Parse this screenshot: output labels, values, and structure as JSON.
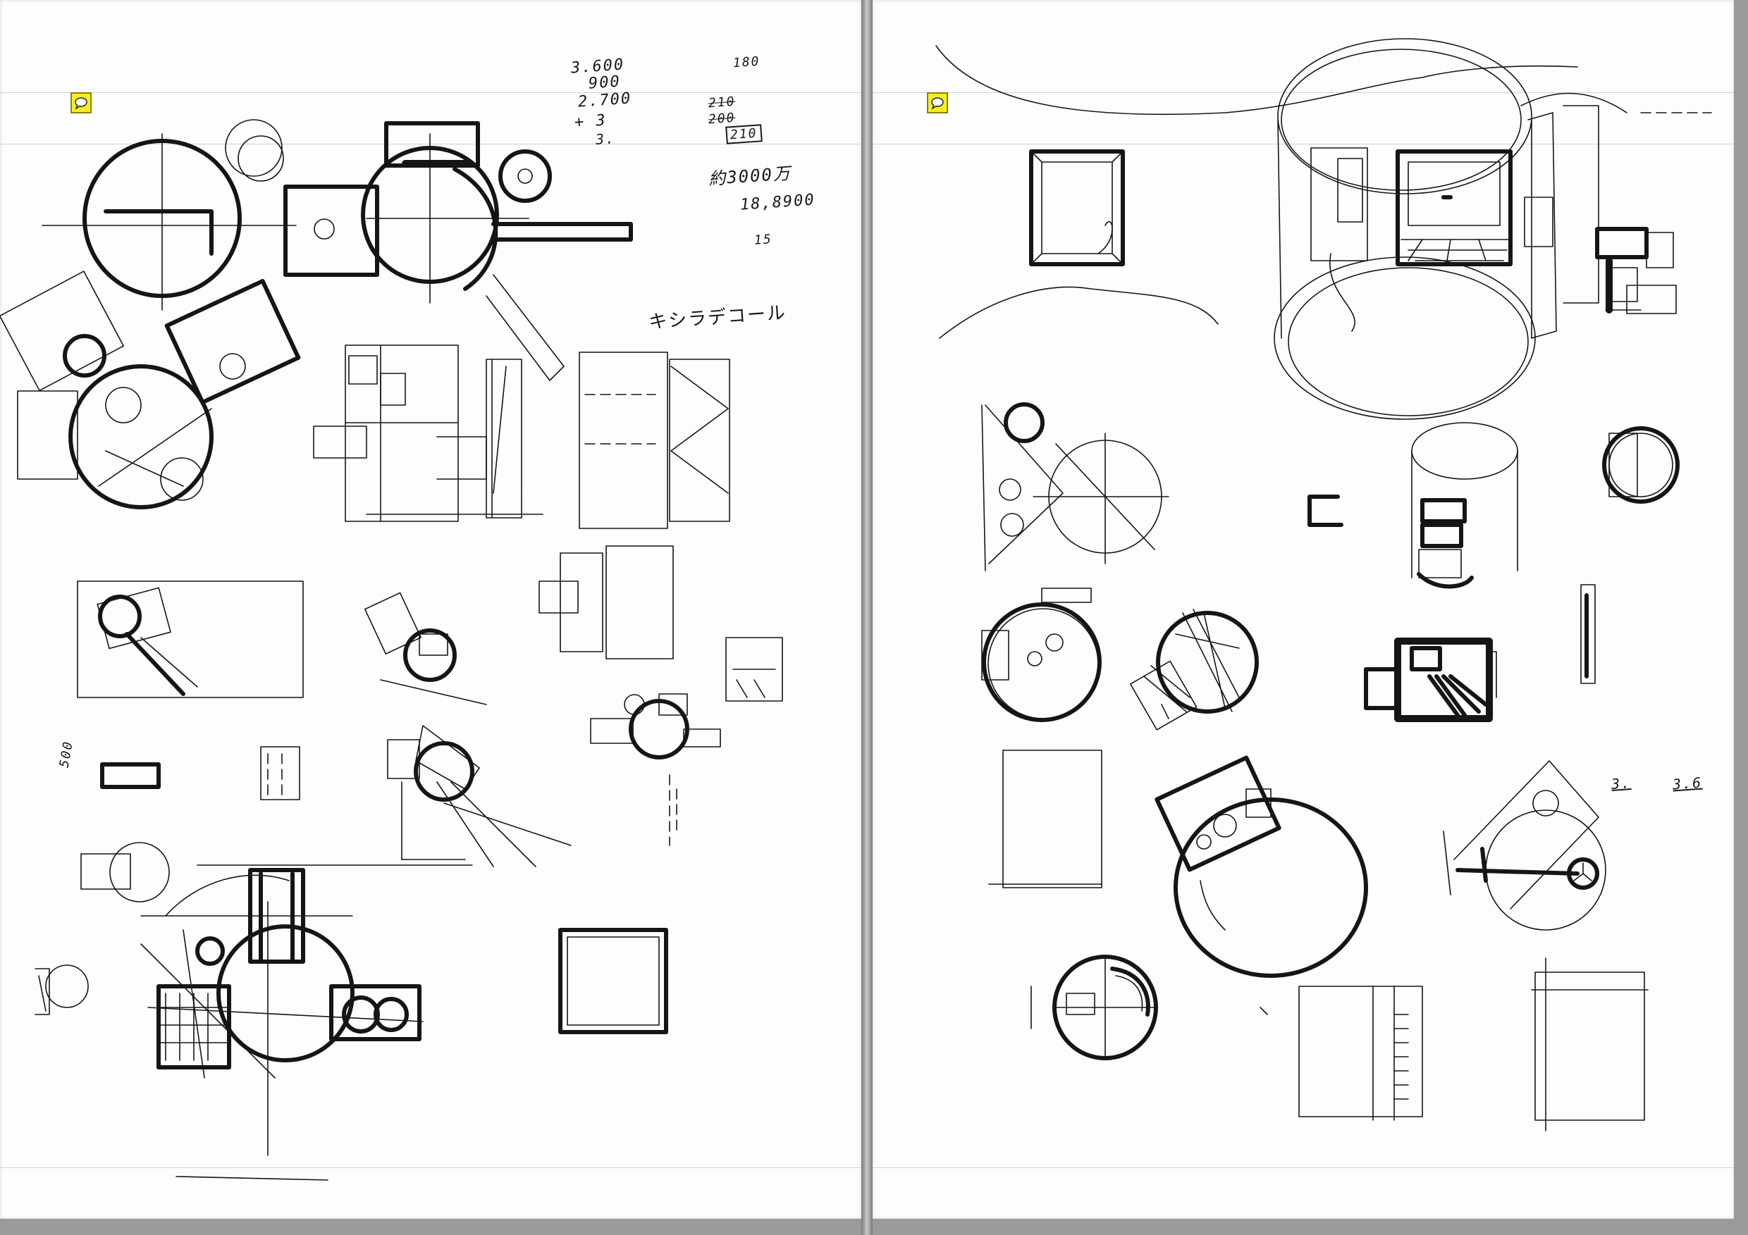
{
  "annotations": {
    "calc_1": "3.600",
    "calc_2": "900",
    "calc_3": "2.700",
    "calc_4": "+ 3",
    "calc_5": "3.",
    "dim_1": "180",
    "dim_2": "210",
    "dim_3": "200",
    "dim_4": "210",
    "cost_1": "約3000万",
    "cost_2": "18,8900",
    "cost_3": "15",
    "katakana_note": "キシラデコール",
    "margin_note": "500",
    "right_note_1": "3.",
    "right_note_2": "3.6"
  },
  "icons": {
    "comment_left": "comment-icon",
    "comment_right": "comment-icon",
    "comment_color": "#f6ef1e"
  },
  "colors": {
    "ink": "#151515",
    "paper": "#fdfdfd",
    "rule": "#c7d3d8"
  }
}
